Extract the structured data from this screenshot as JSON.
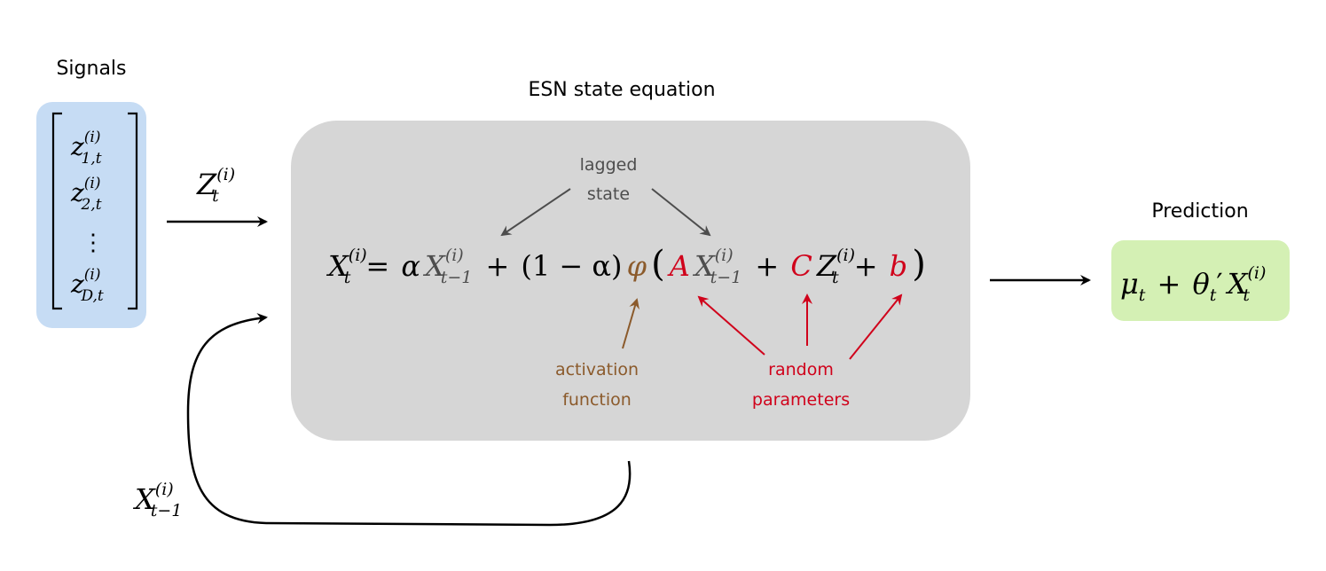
{
  "labels": {
    "signals": "Signals",
    "esn_title": "ESN state equation",
    "prediction": "Prediction",
    "lagged_state": [
      "lagged",
      "state"
    ],
    "activation": [
      "activation",
      "function"
    ],
    "random": [
      "random",
      "parameters"
    ]
  },
  "signals_vector": {
    "rows": [
      {
        "base": "z",
        "sup": "(i)",
        "sub": "1,t"
      },
      {
        "base": "z",
        "sup": "(i)",
        "sub": "2,t"
      },
      {
        "dots": "⋮"
      },
      {
        "base": "z",
        "sup": "(i)",
        "sub": "D,t"
      }
    ]
  },
  "input_arrow_label": {
    "base": "Z",
    "sup": "(i)",
    "sub": "t"
  },
  "feedback_label": {
    "base": "X",
    "sup": "(i)",
    "sub": "t−1"
  },
  "equation": {
    "lhs": {
      "base": "X",
      "sup": "(i)",
      "sub": "t"
    },
    "eq": "=",
    "alpha": "α",
    "lag": {
      "base": "X",
      "sup": "(i)",
      "sub": "t−1"
    },
    "plus": "+",
    "one_minus_alpha": "(1 − α)",
    "phi": "φ",
    "lparen": "(",
    "A": "A",
    "lag2": {
      "base": "X",
      "sup": "(i)",
      "sub": "t−1"
    },
    "C": "C",
    "Z": {
      "base": "Z",
      "sup": "(i)",
      "sub": "t"
    },
    "b": "b",
    "rparen": ")"
  },
  "prediction_formula": {
    "mu": "μ",
    "mu_sub": "t",
    "plus": "+",
    "theta": "θ",
    "theta_sub": "t",
    "prime": "′",
    "X": "X",
    "X_sup": "(i)",
    "X_sub": "t"
  },
  "colors": {
    "signals_box": "#c6dcf4",
    "esn_box": "#d6d6d6",
    "prediction_box": "#d4f0b4",
    "lagged_gray": "#4d4d4d",
    "activation_brown": "#8b5a2b",
    "random_red": "#d0021b",
    "black": "#000000"
  }
}
